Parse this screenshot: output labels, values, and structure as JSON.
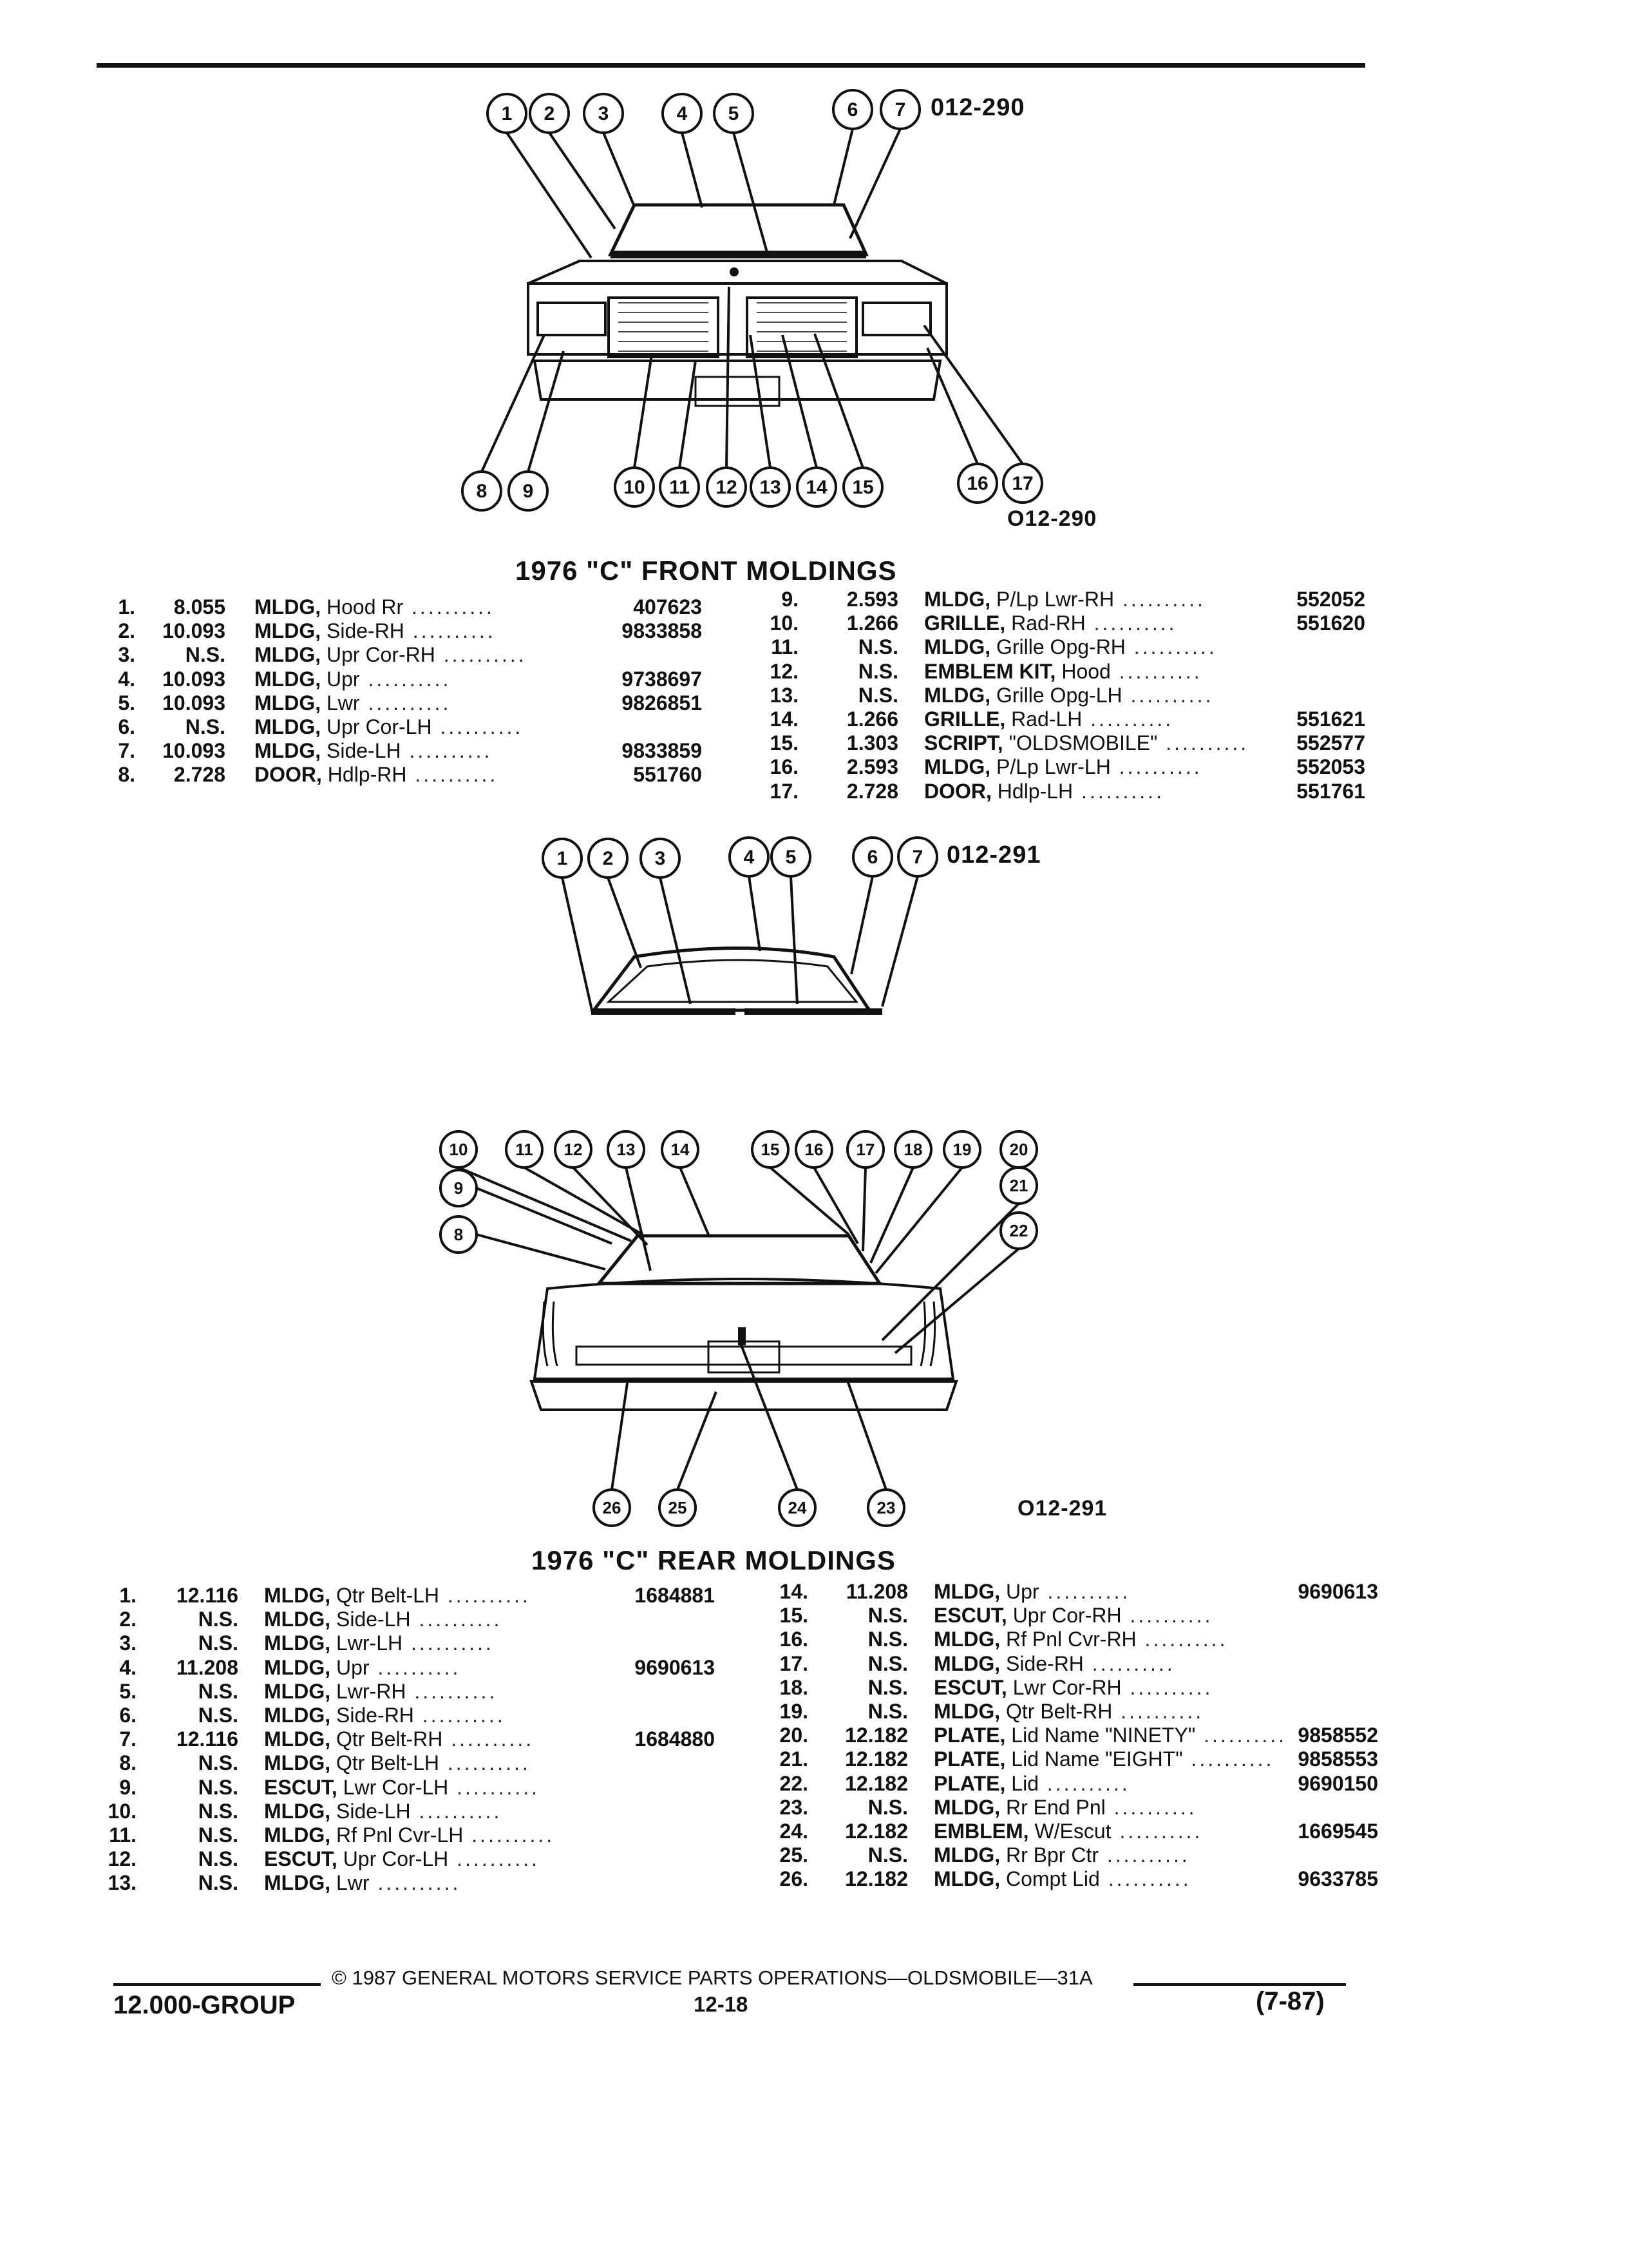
{
  "front": {
    "diagram_id_top": "012-290",
    "diagram_id_bottom": "O12-290",
    "title": "1976 \"C\" FRONT MOLDINGS",
    "parts": [
      {
        "n": "1.",
        "g": "8.055",
        "name": "MLDG,",
        "sub": "Hood Rr",
        "pn": "407623"
      },
      {
        "n": "2.",
        "g": "10.093",
        "name": "MLDG,",
        "sub": "Side-RH",
        "pn": "9833858"
      },
      {
        "n": "3.",
        "g": "N.S.",
        "name": "MLDG,",
        "sub": "Upr Cor-RH",
        "pn": ""
      },
      {
        "n": "4.",
        "g": "10.093",
        "name": "MLDG,",
        "sub": "Upr",
        "pn": "9738697"
      },
      {
        "n": "5.",
        "g": "10.093",
        "name": "MLDG,",
        "sub": "Lwr",
        "pn": "9826851"
      },
      {
        "n": "6.",
        "g": "N.S.",
        "name": "MLDG,",
        "sub": "Upr Cor-LH",
        "pn": ""
      },
      {
        "n": "7.",
        "g": "10.093",
        "name": "MLDG,",
        "sub": "Side-LH",
        "pn": "9833859"
      },
      {
        "n": "8.",
        "g": "2.728",
        "name": "DOOR,",
        "sub": "Hdlp-RH",
        "pn": "551760"
      },
      {
        "n": "9.",
        "g": "2.593",
        "name": "MLDG,",
        "sub": "P/Lp Lwr-RH",
        "pn": "552052"
      },
      {
        "n": "10.",
        "g": "1.266",
        "name": "GRILLE,",
        "sub": "Rad-RH",
        "pn": "551620"
      },
      {
        "n": "11.",
        "g": "N.S.",
        "name": "MLDG,",
        "sub": "Grille Opg-RH",
        "pn": ""
      },
      {
        "n": "12.",
        "g": "N.S.",
        "name": "EMBLEM KIT,",
        "sub": "Hood",
        "pn": ""
      },
      {
        "n": "13.",
        "g": "N.S.",
        "name": "MLDG,",
        "sub": "Grille Opg-LH",
        "pn": ""
      },
      {
        "n": "14.",
        "g": "1.266",
        "name": "GRILLE,",
        "sub": "Rad-LH",
        "pn": "551621"
      },
      {
        "n": "15.",
        "g": "1.303",
        "name": "SCRIPT,",
        "sub": "\"OLDSMOBILE\"",
        "pn": "552577"
      },
      {
        "n": "16.",
        "g": "2.593",
        "name": "MLDG,",
        "sub": "P/Lp Lwr-LH",
        "pn": "552053"
      },
      {
        "n": "17.",
        "g": "2.728",
        "name": "DOOR,",
        "sub": "Hdlp-LH",
        "pn": "551761"
      }
    ]
  },
  "windshield": {
    "diagram_id": "012-291"
  },
  "rear": {
    "diagram_id_bottom": "O12-291",
    "title": "1976 \"C\" REAR MOLDINGS",
    "parts": [
      {
        "n": "1.",
        "g": "12.116",
        "name": "MLDG,",
        "sub": "Qtr Belt-LH",
        "pn": "1684881"
      },
      {
        "n": "2.",
        "g": "N.S.",
        "name": "MLDG,",
        "sub": "Side-LH",
        "pn": ""
      },
      {
        "n": "3.",
        "g": "N.S.",
        "name": "MLDG,",
        "sub": "Lwr-LH",
        "pn": ""
      },
      {
        "n": "4.",
        "g": "11.208",
        "name": "MLDG,",
        "sub": "Upr",
        "pn": "9690613"
      },
      {
        "n": "5.",
        "g": "N.S.",
        "name": "MLDG,",
        "sub": "Lwr-RH",
        "pn": ""
      },
      {
        "n": "6.",
        "g": "N.S.",
        "name": "MLDG,",
        "sub": "Side-RH",
        "pn": ""
      },
      {
        "n": "7.",
        "g": "12.116",
        "name": "MLDG,",
        "sub": "Qtr Belt-RH",
        "pn": "1684880"
      },
      {
        "n": "8.",
        "g": "N.S.",
        "name": "MLDG,",
        "sub": "Qtr Belt-LH",
        "pn": ""
      },
      {
        "n": "9.",
        "g": "N.S.",
        "name": "ESCUT,",
        "sub": "Lwr Cor-LH",
        "pn": ""
      },
      {
        "n": "10.",
        "g": "N.S.",
        "name": "MLDG,",
        "sub": "Side-LH",
        "pn": ""
      },
      {
        "n": "11.",
        "g": "N.S.",
        "name": "MLDG,",
        "sub": "Rf Pnl Cvr-LH",
        "pn": ""
      },
      {
        "n": "12.",
        "g": "N.S.",
        "name": "ESCUT,",
        "sub": "Upr Cor-LH",
        "pn": ""
      },
      {
        "n": "13.",
        "g": "N.S.",
        "name": "MLDG,",
        "sub": "Lwr",
        "pn": ""
      },
      {
        "n": "14.",
        "g": "11.208",
        "name": "MLDG,",
        "sub": "Upr",
        "pn": "9690613"
      },
      {
        "n": "15.",
        "g": "N.S.",
        "name": "ESCUT,",
        "sub": "Upr Cor-RH",
        "pn": ""
      },
      {
        "n": "16.",
        "g": "N.S.",
        "name": "MLDG,",
        "sub": "Rf Pnl Cvr-RH",
        "pn": ""
      },
      {
        "n": "17.",
        "g": "N.S.",
        "name": "MLDG,",
        "sub": "Side-RH",
        "pn": ""
      },
      {
        "n": "18.",
        "g": "N.S.",
        "name": "ESCUT,",
        "sub": "Lwr Cor-RH",
        "pn": ""
      },
      {
        "n": "19.",
        "g": "N.S.",
        "name": "MLDG,",
        "sub": "Qtr Belt-RH",
        "pn": ""
      },
      {
        "n": "20.",
        "g": "12.182",
        "name": "PLATE,",
        "sub": "Lid Name \"NINETY\"",
        "pn": "9858552"
      },
      {
        "n": "21.",
        "g": "12.182",
        "name": "PLATE,",
        "sub": "Lid Name \"EIGHT\"",
        "pn": "9858553"
      },
      {
        "n": "22.",
        "g": "12.182",
        "name": "PLATE,",
        "sub": "Lid",
        "pn": "9690150"
      },
      {
        "n": "23.",
        "g": "N.S.",
        "name": "MLDG,",
        "sub": "Rr End Pnl",
        "pn": ""
      },
      {
        "n": "24.",
        "g": "12.182",
        "name": "EMBLEM,",
        "sub": "W/Escut",
        "pn": "1669545"
      },
      {
        "n": "25.",
        "g": "N.S.",
        "name": "MLDG,",
        "sub": "Rr Bpr Ctr",
        "pn": ""
      },
      {
        "n": "26.",
        "g": "12.182",
        "name": "MLDG,",
        "sub": "Compt Lid",
        "pn": "9633785"
      }
    ]
  },
  "footer": {
    "copyright": "© 1987 GENERAL MOTORS SERVICE PARTS OPERATIONS—OLDSMOBILE—31A",
    "group": "12.000-GROUP",
    "page": "12-18",
    "revision": "(7-87)"
  }
}
